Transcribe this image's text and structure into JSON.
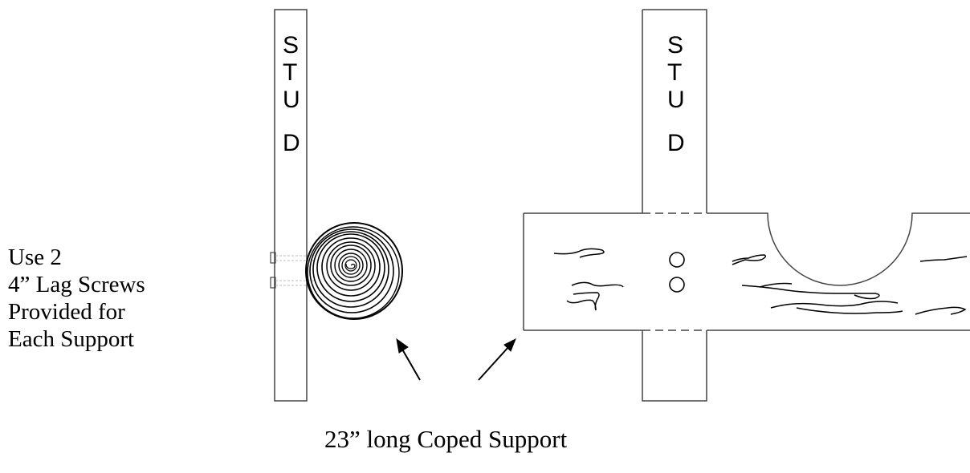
{
  "note": {
    "line1": "Use 2",
    "line2": "4” Lag Screws",
    "line3": "Provided for",
    "line4": "Each Support"
  },
  "left_stud": {
    "letters": [
      "S",
      "T",
      "U",
      "D"
    ]
  },
  "right_stud": {
    "letters": [
      "S",
      "T",
      "U",
      "D"
    ]
  },
  "caption": "23” long Coped Support"
}
